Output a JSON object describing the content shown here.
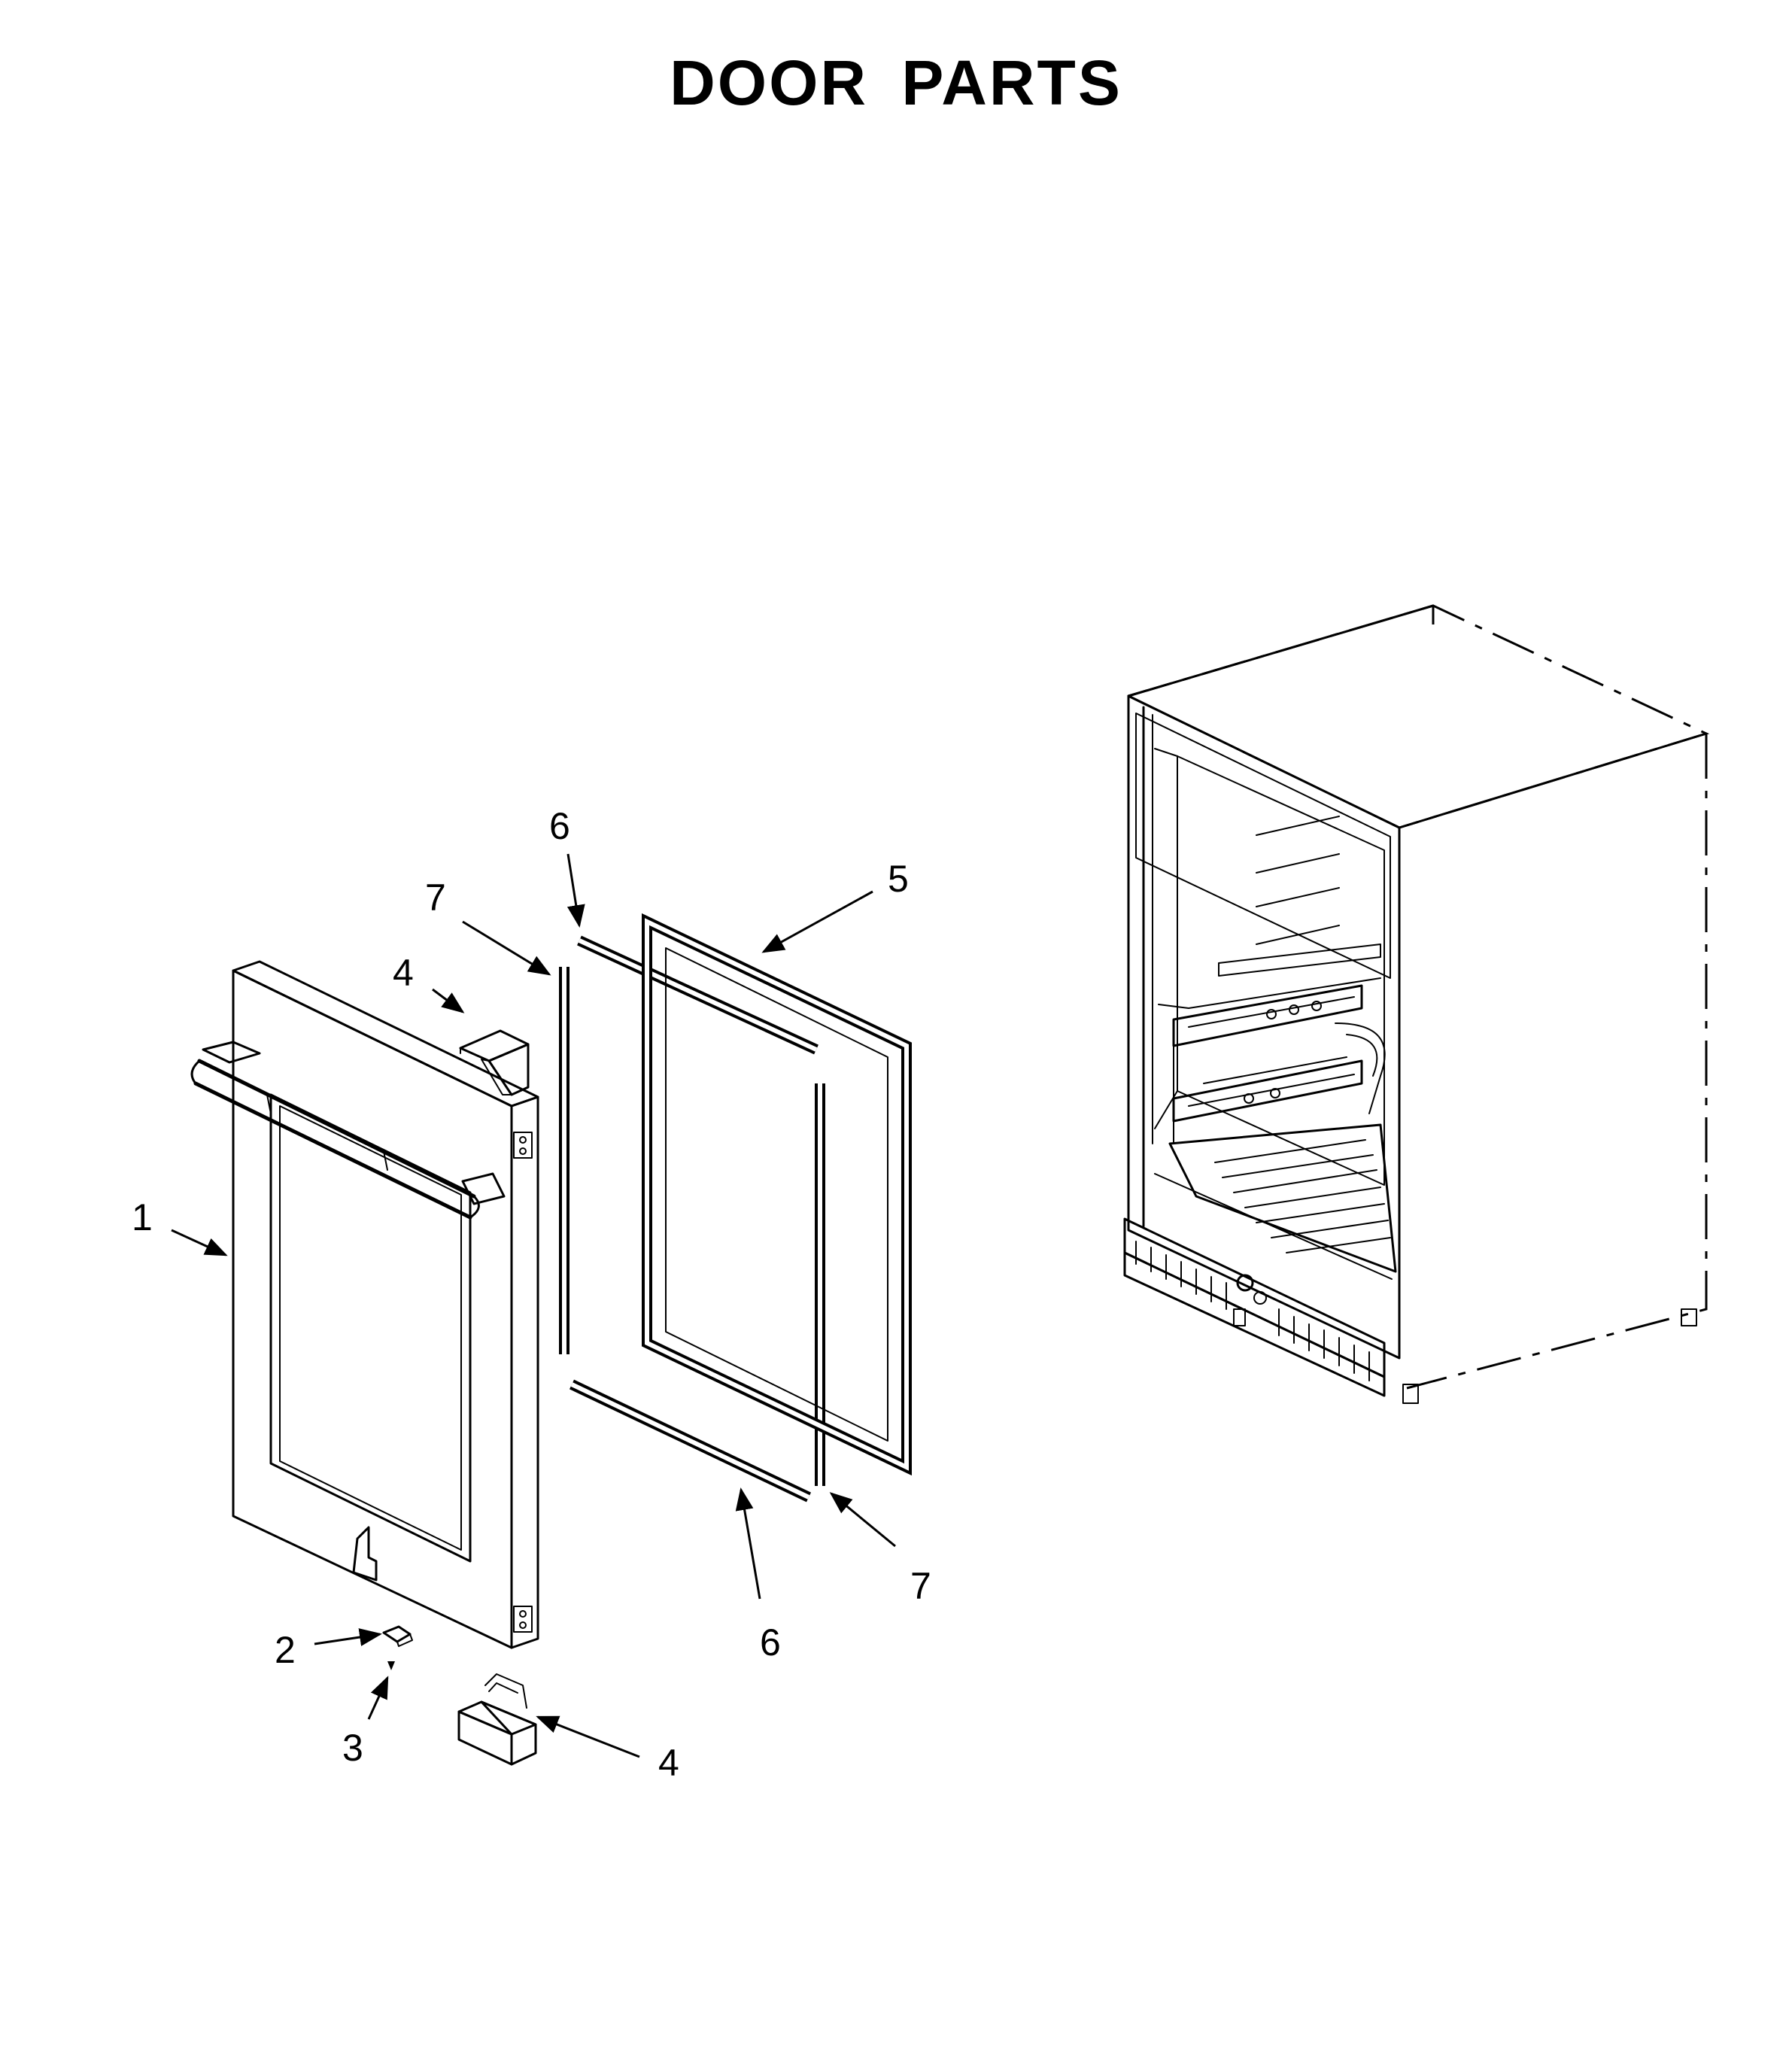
{
  "page": {
    "title": "DOOR PARTS"
  },
  "callouts": [
    {
      "id": "c1",
      "label": "1",
      "part": "door assembly"
    },
    {
      "id": "c2",
      "label": "2",
      "part": "hinge bracket"
    },
    {
      "id": "c3",
      "label": "3",
      "part": "screw"
    },
    {
      "id": "c4a",
      "label": "4",
      "part": "hinge cover (top)"
    },
    {
      "id": "c4b",
      "label": "4",
      "part": "hinge cover (bottom)"
    },
    {
      "id": "c5",
      "label": "5",
      "part": "door gasket"
    },
    {
      "id": "c6a",
      "label": "6",
      "part": "gasket strip (top)"
    },
    {
      "id": "c6b",
      "label": "6",
      "part": "gasket strip (bottom)"
    },
    {
      "id": "c7a",
      "label": "7",
      "part": "gasket strip (left)"
    },
    {
      "id": "c7b",
      "label": "7",
      "part": "gasket strip (right)"
    }
  ],
  "colors": {
    "ink": "#000000",
    "paper": "#ffffff"
  }
}
